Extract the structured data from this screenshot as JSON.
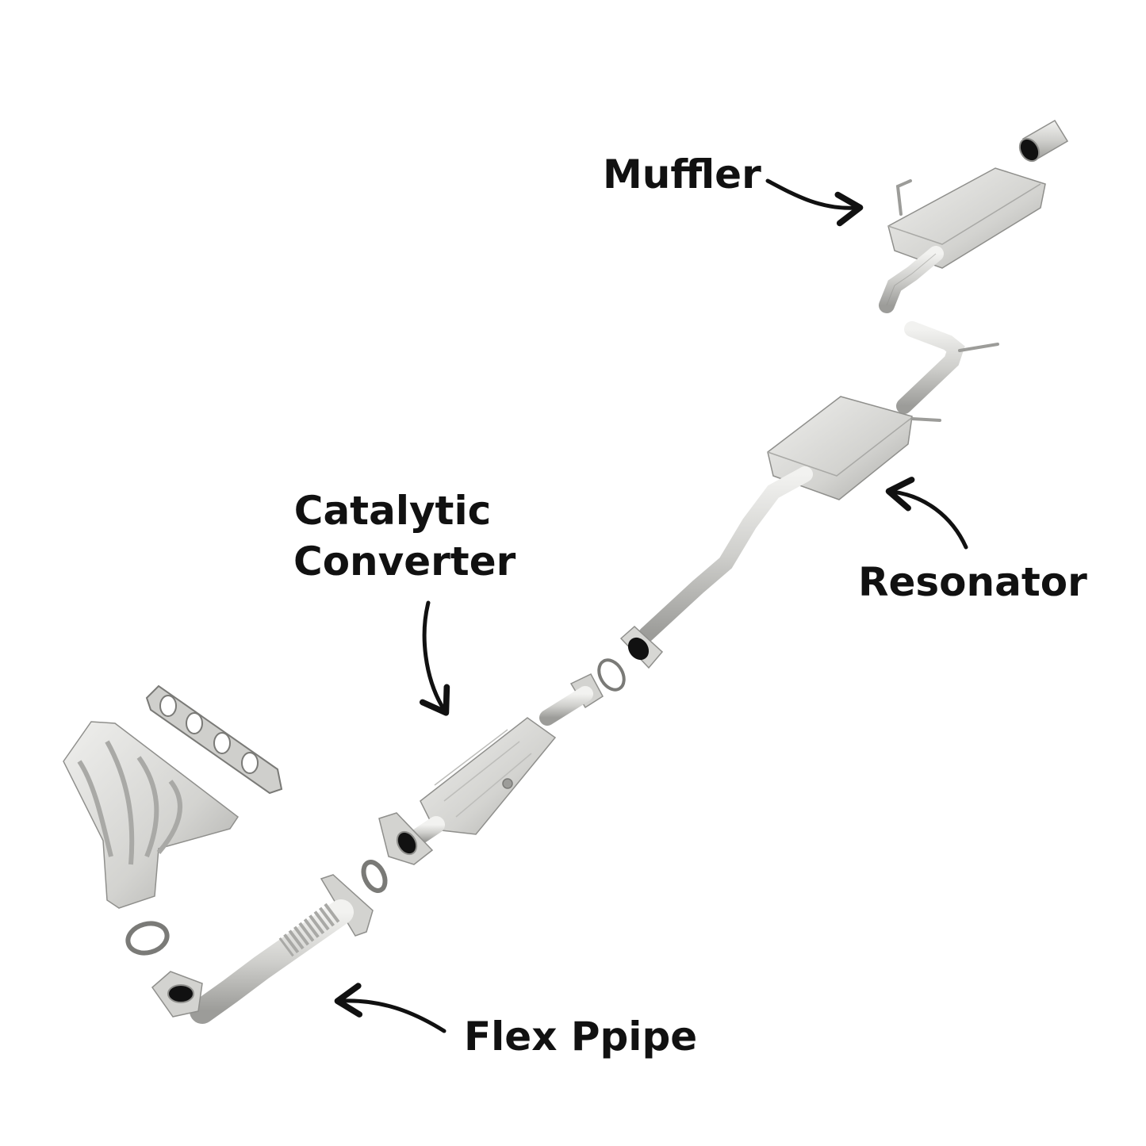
{
  "labels": {
    "muffler": "Muffler",
    "resonator": "Resonator",
    "catalytic_line1": "Catalytic",
    "catalytic_line2": "Converter",
    "flex_pipe": "Flex Ppipe"
  },
  "colors": {
    "metal_light": "#e4e4e2",
    "metal_mid": "#c9c9c6",
    "metal_dark": "#8f8f8c",
    "outline": "#7a7a77",
    "arrow": "#111111",
    "text": "#111111"
  }
}
